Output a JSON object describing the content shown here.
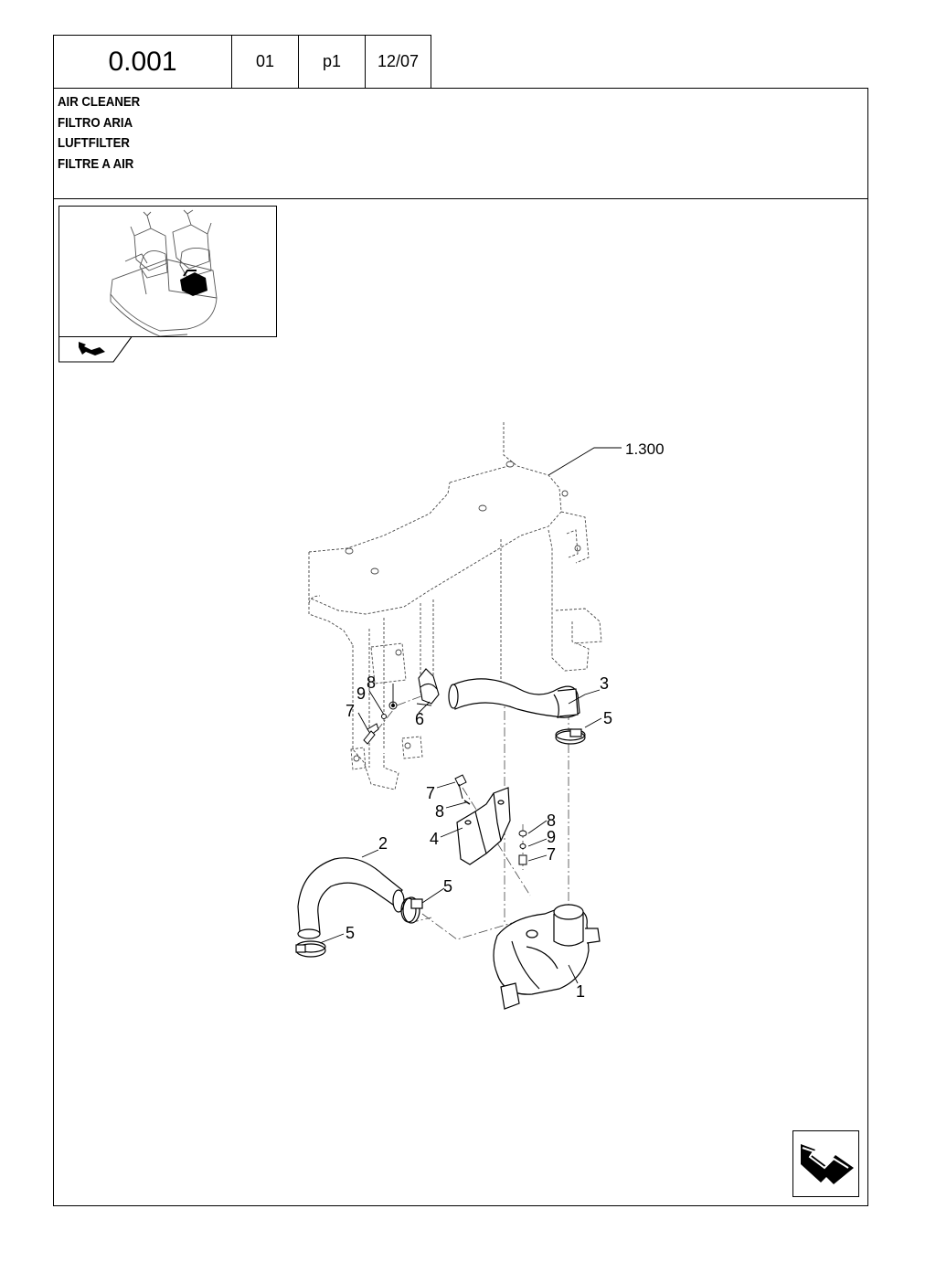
{
  "header": {
    "code": "0.001",
    "version": "01",
    "page": "p1",
    "date": "12/07"
  },
  "titles": {
    "en": "AIR CLEANER",
    "it": "FILTRO ARIA",
    "de": "LUFTFILTER",
    "fr": "FILTRE A AIR"
  },
  "diagram": {
    "reference_label": "1.300",
    "callouts": {
      "c1": "1",
      "c2": "2",
      "c3": "3",
      "c4": "4",
      "c5a": "5",
      "c5b": "5",
      "c5c": "5",
      "c6": "6",
      "c7a": "7",
      "c7b": "7",
      "c7c": "7",
      "c8a": "8",
      "c8b": "8",
      "c8c": "8",
      "c9a": "9",
      "c9b": "9"
    }
  },
  "icons": {
    "thumbnail": "machine-location-thumbnail",
    "back_arrow": "back-arrow-icon",
    "next_arrow": "next-page-arrow-icon"
  }
}
